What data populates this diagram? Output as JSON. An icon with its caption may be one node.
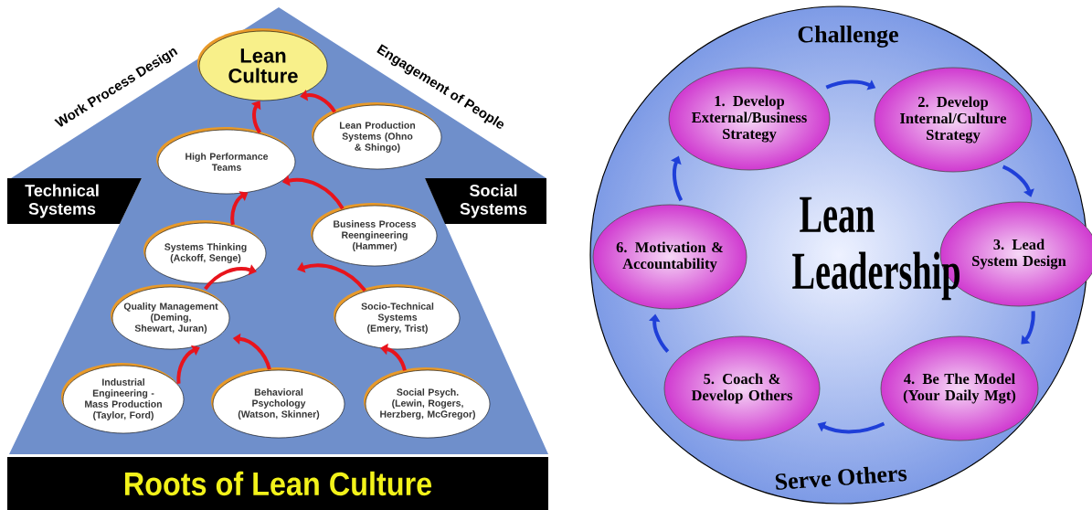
{
  "diagram": {
    "nodes": [
      {
        "text": [
          "Lean Culture"
        ]
      },
      {
        "text": [
          "High Performance Teams"
        ]
      },
      {
        "text": [
          "Lean Production Systems (Ohno & Shingo)"
        ]
      },
      {
        "text": [
          "Systems Thinking (Ackoff, Senge)"
        ]
      },
      {
        "text": [
          "Business Process Reengineering (Hammer)"
        ]
      },
      {
        "text": [
          "Quality Management (Deming, Shewart, Juran)"
        ]
      },
      {
        "text": [
          "Socio-Technical Systems (Emery, Trist)"
        ]
      },
      {
        "text": [
          "Industrial Engineering - Mass Production (Taylor, Ford)"
        ]
      },
      {
        "text": [
          "Behavioral Psychology (Watson, Skinner)"
        ]
      },
      {
        "text": [
          "Social Psych. (Lewin, Rogers, Herzberg, McGregor)"
        ]
      },
      {
        "text": [
          "Technical Systems"
        ]
      },
      {
        "text": [
          "Social Systems"
        ]
      },
      {
        "text": [
          "Roots of Lean Culture"
        ]
      },
      {
        "text": [
          "Challenge",
          "Lean Leadership",
          "Serve Others"
        ]
      },
      {
        "text": [
          "1. Develop External/Business Strategy"
        ],
        "in": 13
      },
      {
        "text": [
          "2. Develop Internal/Culture Strategy"
        ],
        "in": 13
      },
      {
        "text": [
          "3. Lead System Design"
        ],
        "in": 13
      },
      {
        "text": [
          "4. Be The Model (Your Daily Mgt)"
        ],
        "in": 13
      },
      {
        "text": [
          "5. Coach & Develop Others"
        ],
        "in": 13
      },
      {
        "text": [
          "6. Motivation & Accountability"
        ],
        "in": 13
      }
    ],
    "edges": [
      {
        "from": 1,
        "to": 0,
        "arrow": "to"
      },
      {
        "from": 2,
        "to": 0,
        "arrow": "to"
      },
      {
        "from": 3,
        "to": 1,
        "arrow": "to"
      },
      {
        "from": 4,
        "to": 1,
        "arrow": "to"
      },
      {
        "from": 5,
        "to": 3,
        "arrow": "to"
      },
      {
        "from": 6,
        "to": null,
        "arrow": "to"
      },
      {
        "from": 7,
        "to": 5,
        "arrow": "to"
      },
      {
        "from": 8,
        "to": 5,
        "arrow": "to"
      },
      {
        "from": 9,
        "to": 6,
        "arrow": "to"
      },
      {
        "from": 14,
        "to": 15,
        "arrow": "to",
        "color": "#1f3fd8"
      },
      {
        "from": 15,
        "to": 16,
        "arrow": "to",
        "color": "#1f3fd8"
      },
      {
        "from": 16,
        "to": 17,
        "arrow": "to",
        "color": "#1f3fd8"
      },
      {
        "from": 17,
        "to": 18,
        "arrow": "to",
        "color": "#1f3fd8"
      },
      {
        "from": 18,
        "to": 19,
        "arrow": "to",
        "color": "#1f3fd8"
      },
      {
        "from": 19,
        "to": 14,
        "arrow": "to",
        "color": "#1f3fd8"
      },
      {
        "from": 12,
        "to": 0,
        "arrow": "to",
        "color": "#6f8fcb"
      }
    ],
    "labels": [
      "Work Process Design",
      "Engagement of People"
    ]
  }
}
